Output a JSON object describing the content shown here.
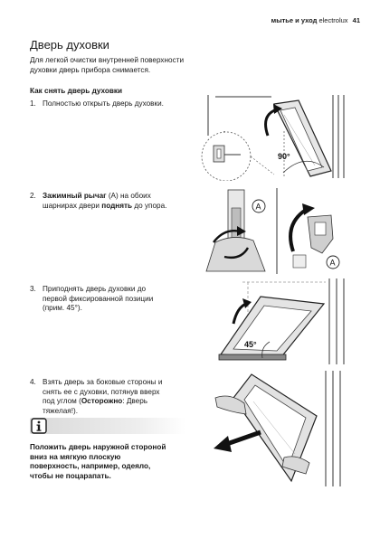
{
  "header": {
    "section": "мытье и уход",
    "brand": "electrolux",
    "page": "41"
  },
  "title": "Дверь духовки",
  "intro": "Для легкой очистки внутренней поверхности духовки дверь прибора снимается.",
  "subtitle": "Как снять дверь духовки",
  "steps": [
    {
      "num": "1.",
      "lines": [
        "Полностью открыть дверь духовки."
      ]
    },
    {
      "num": "2.",
      "bold1": "Зажимный рычаг",
      "mid": " (А) на обоих",
      "l2a": "шарнирах двери ",
      "bold2": "поднять",
      "l2b": " до упора."
    },
    {
      "num": "3.",
      "lines": [
        "Приподнять дверь духовки до",
        "первой фиксированной позиции",
        "(прим. 45°)."
      ]
    },
    {
      "num": "4.",
      "l1": "Взять дверь за боковые стороны и",
      "l2": "снять ее с духовки, потянув вверх",
      "l3a": "под углом (",
      "bold": "Осторожно",
      "l3b": ": Дверь",
      "l4": "тяжелая!)."
    }
  ],
  "note_lines": [
    "Положить дверь наружной стороной",
    "вниз на мягкую плоскую",
    "поверхность, например, одеяло,",
    "чтобы не поцарапать."
  ],
  "figure_labels": {
    "angle90": "90°",
    "angle45": "45°",
    "lever_a": "A"
  },
  "icons": {
    "info": "info-icon"
  }
}
